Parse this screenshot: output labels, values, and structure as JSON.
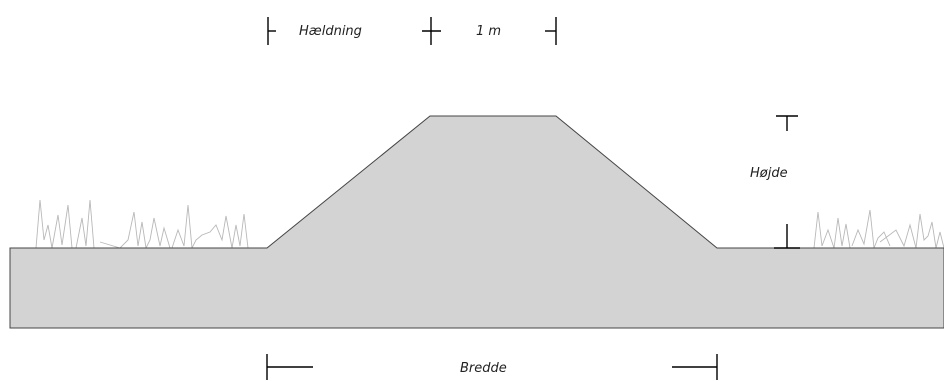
{
  "labels": {
    "slope": "Hældning",
    "crest_width": "1 m",
    "height": "Højde",
    "base_width": "Bredde"
  },
  "colors": {
    "fill": "#d3d3d3",
    "outline": "#444444",
    "dimension_line": "#000000",
    "grass": "#b8b8b8"
  }
}
